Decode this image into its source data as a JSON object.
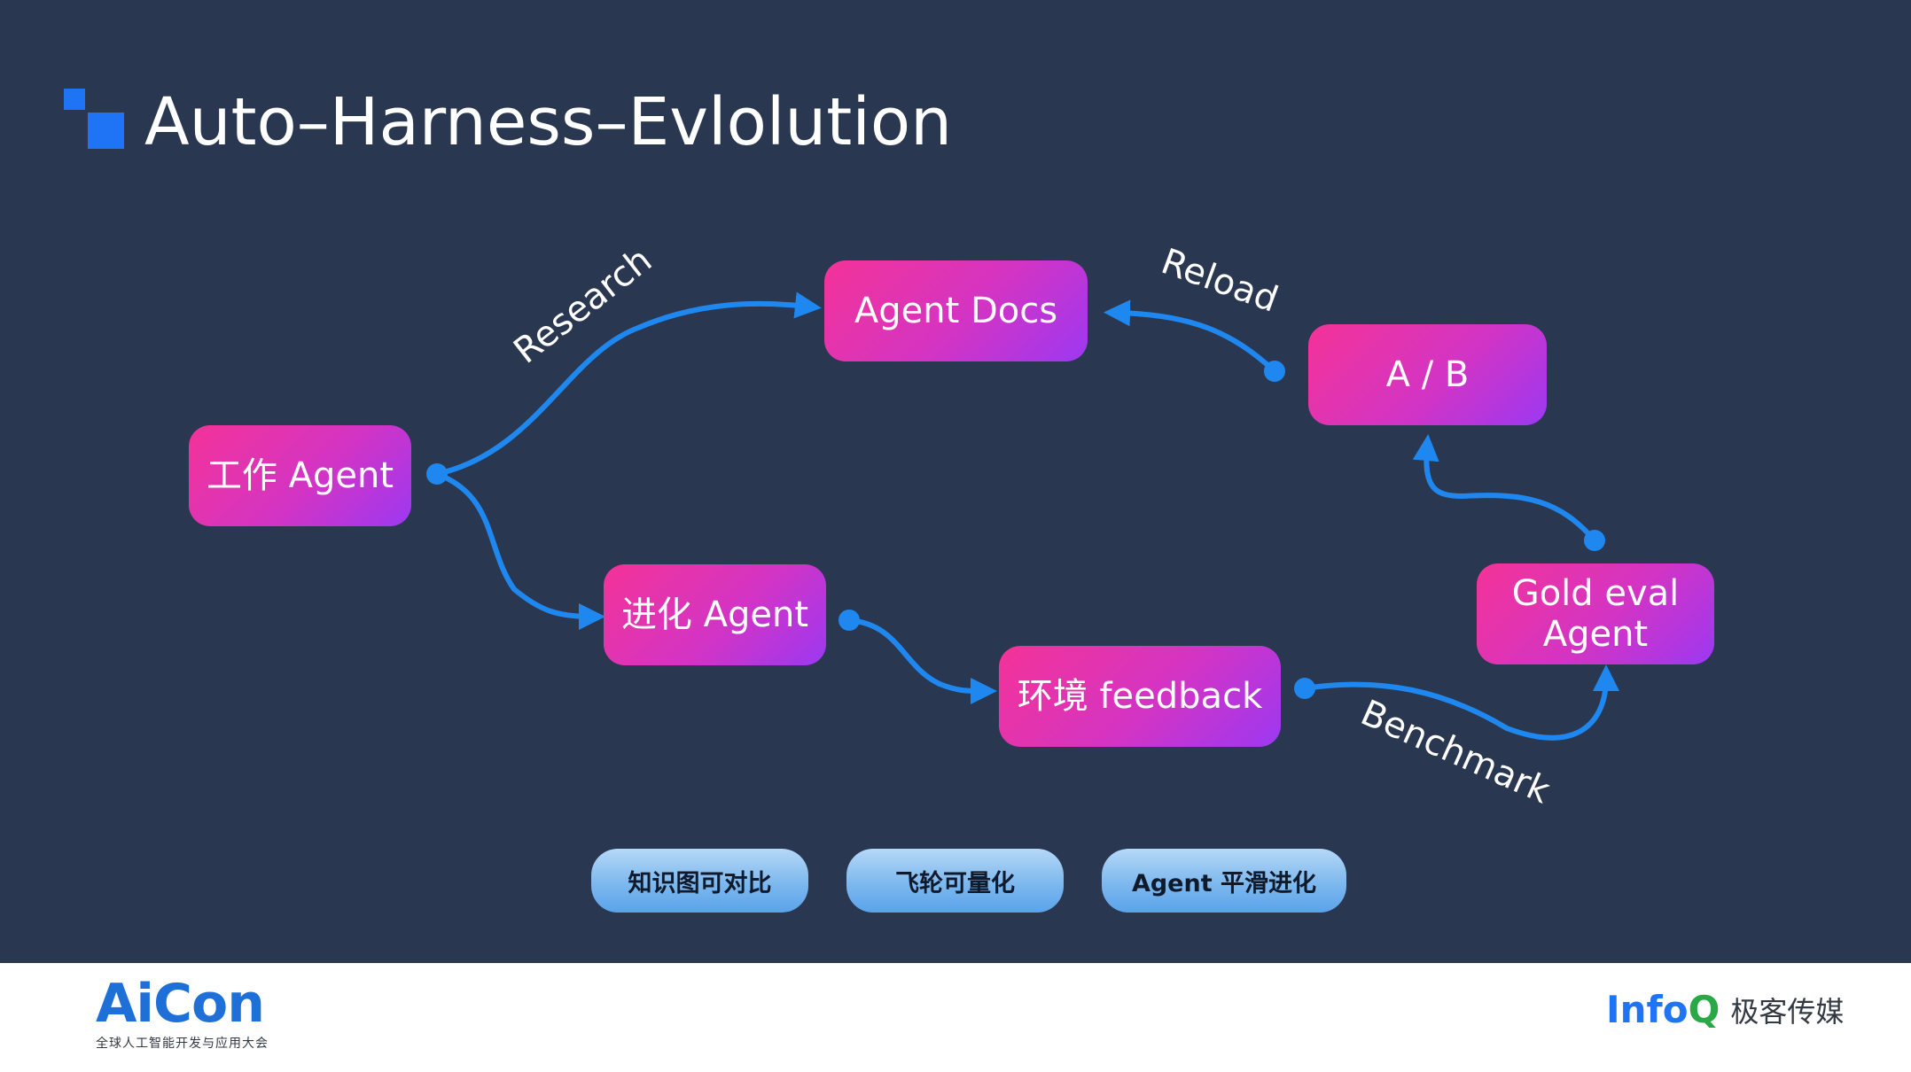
{
  "title": "Auto–Harness–Evlolution",
  "nodes": {
    "work_agent": "工作 Agent",
    "agent_docs": "Agent Docs",
    "ab": "A / B",
    "evolve_agent": "进化 Agent",
    "env_feedback": "环境 feedback",
    "gold_eval_line1": "Gold eval",
    "gold_eval_line2": "Agent"
  },
  "edge_labels": {
    "research": "Research",
    "reload": "Reload",
    "benchmark": "Benchmark"
  },
  "pills": [
    "知识图可对比",
    "飞轮可量化",
    "Agent 平滑进化"
  ],
  "footer": {
    "aicon_logo": "AiCon",
    "aicon_tagline": "全球人工智能开发与应用大会",
    "infoq_logo_prefix": "Info",
    "infoq_logo_q": "Q",
    "infoq_logo_cn": "极客传媒"
  },
  "colors": {
    "background": "#2a3750",
    "accent_blue": "#1f74f5",
    "arrow_blue": "#1e88f0",
    "node_gradient_start": "#f43397",
    "node_gradient_end": "#9c38f2",
    "pill_blue": "#7db8ee"
  }
}
